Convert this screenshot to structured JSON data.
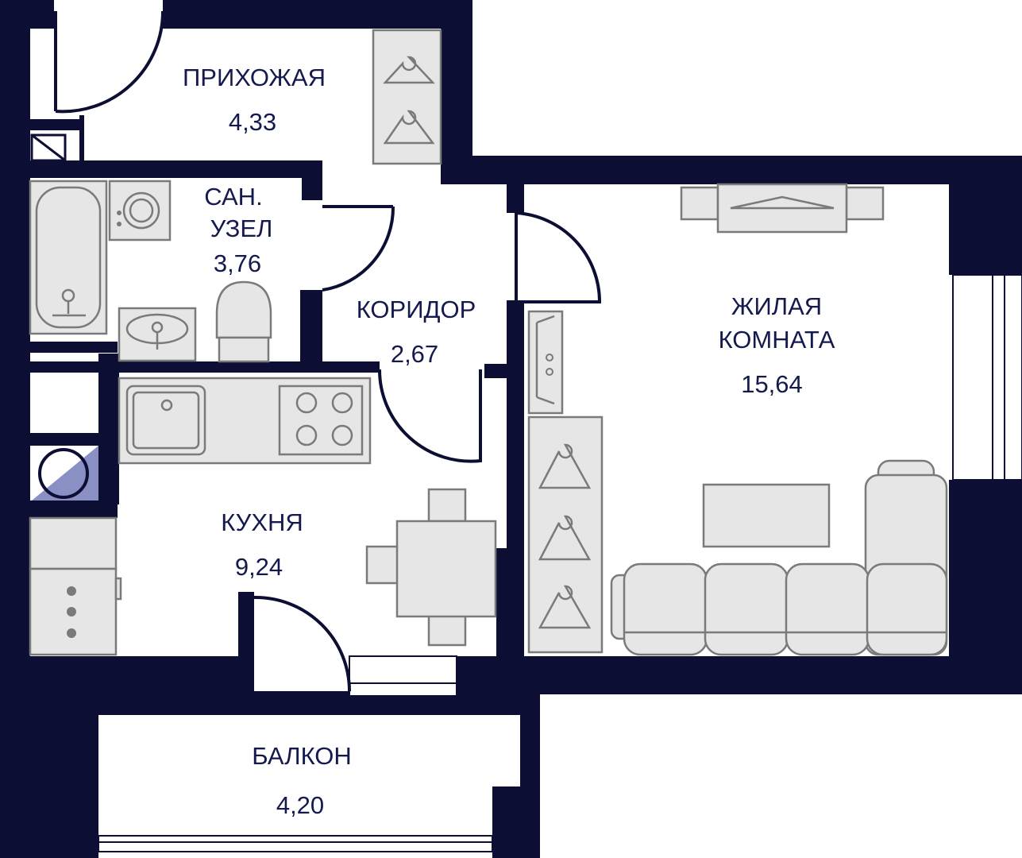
{
  "rooms": {
    "hallway": {
      "name": "ПРИХОЖАЯ",
      "area": "4,33"
    },
    "bathroom": {
      "name_line1": "САН.",
      "name_line2": "УЗЕЛ",
      "area": "3,76"
    },
    "corridor": {
      "name": "КОРИДОР",
      "area": "2,67"
    },
    "living": {
      "name_line1": "ЖИЛАЯ",
      "name_line2": "КОМНАТА",
      "area": "15,64"
    },
    "kitchen": {
      "name": "КУХНЯ",
      "area": "9,24"
    },
    "balcony": {
      "name": "БАЛКОН",
      "area": "4,20"
    }
  },
  "colors": {
    "wall": "#0c0e33",
    "text": "#141a4d",
    "furniture_fill": "#e6e6e6",
    "furniture_stroke": "#7a7a7a",
    "shaft": "#8a8fc4"
  }
}
